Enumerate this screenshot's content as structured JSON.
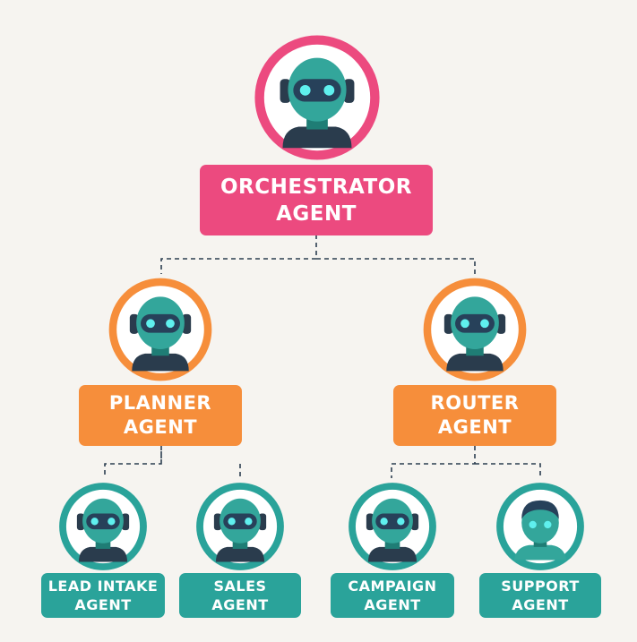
{
  "colors": {
    "orchestrator": "#ec4a7f",
    "mid": "#f68e3b",
    "leaf": "#2aa39a",
    "face": "#33a69b",
    "face_dark": "#1f7d75",
    "visor": "#27415a",
    "eye": "#5ff0ee",
    "body": "#2a3c4d",
    "connector": "#2c3e50",
    "ring_fill": "#ffffff"
  },
  "nodes": {
    "orchestrator": {
      "line1": "ORCHESTRATOR",
      "line2": "AGENT",
      "icon": "robot-icon"
    },
    "planner": {
      "line1": "PLANNER",
      "line2": "AGENT",
      "icon": "robot-icon"
    },
    "router": {
      "line1": "ROUTER",
      "line2": "AGENT",
      "icon": "robot-icon"
    },
    "lead_intake": {
      "line1": "LEAD INTAKE",
      "line2": "AGENT",
      "icon": "robot-icon"
    },
    "sales": {
      "line1": "SALES",
      "line2": "AGENT",
      "icon": "robot-icon"
    },
    "campaign": {
      "line1": "CAMPAIGN",
      "line2": "AGENT",
      "icon": "robot-icon"
    },
    "support": {
      "line1": "SUPPORT",
      "line2": "AGENT",
      "icon": "human-agent-icon"
    }
  }
}
